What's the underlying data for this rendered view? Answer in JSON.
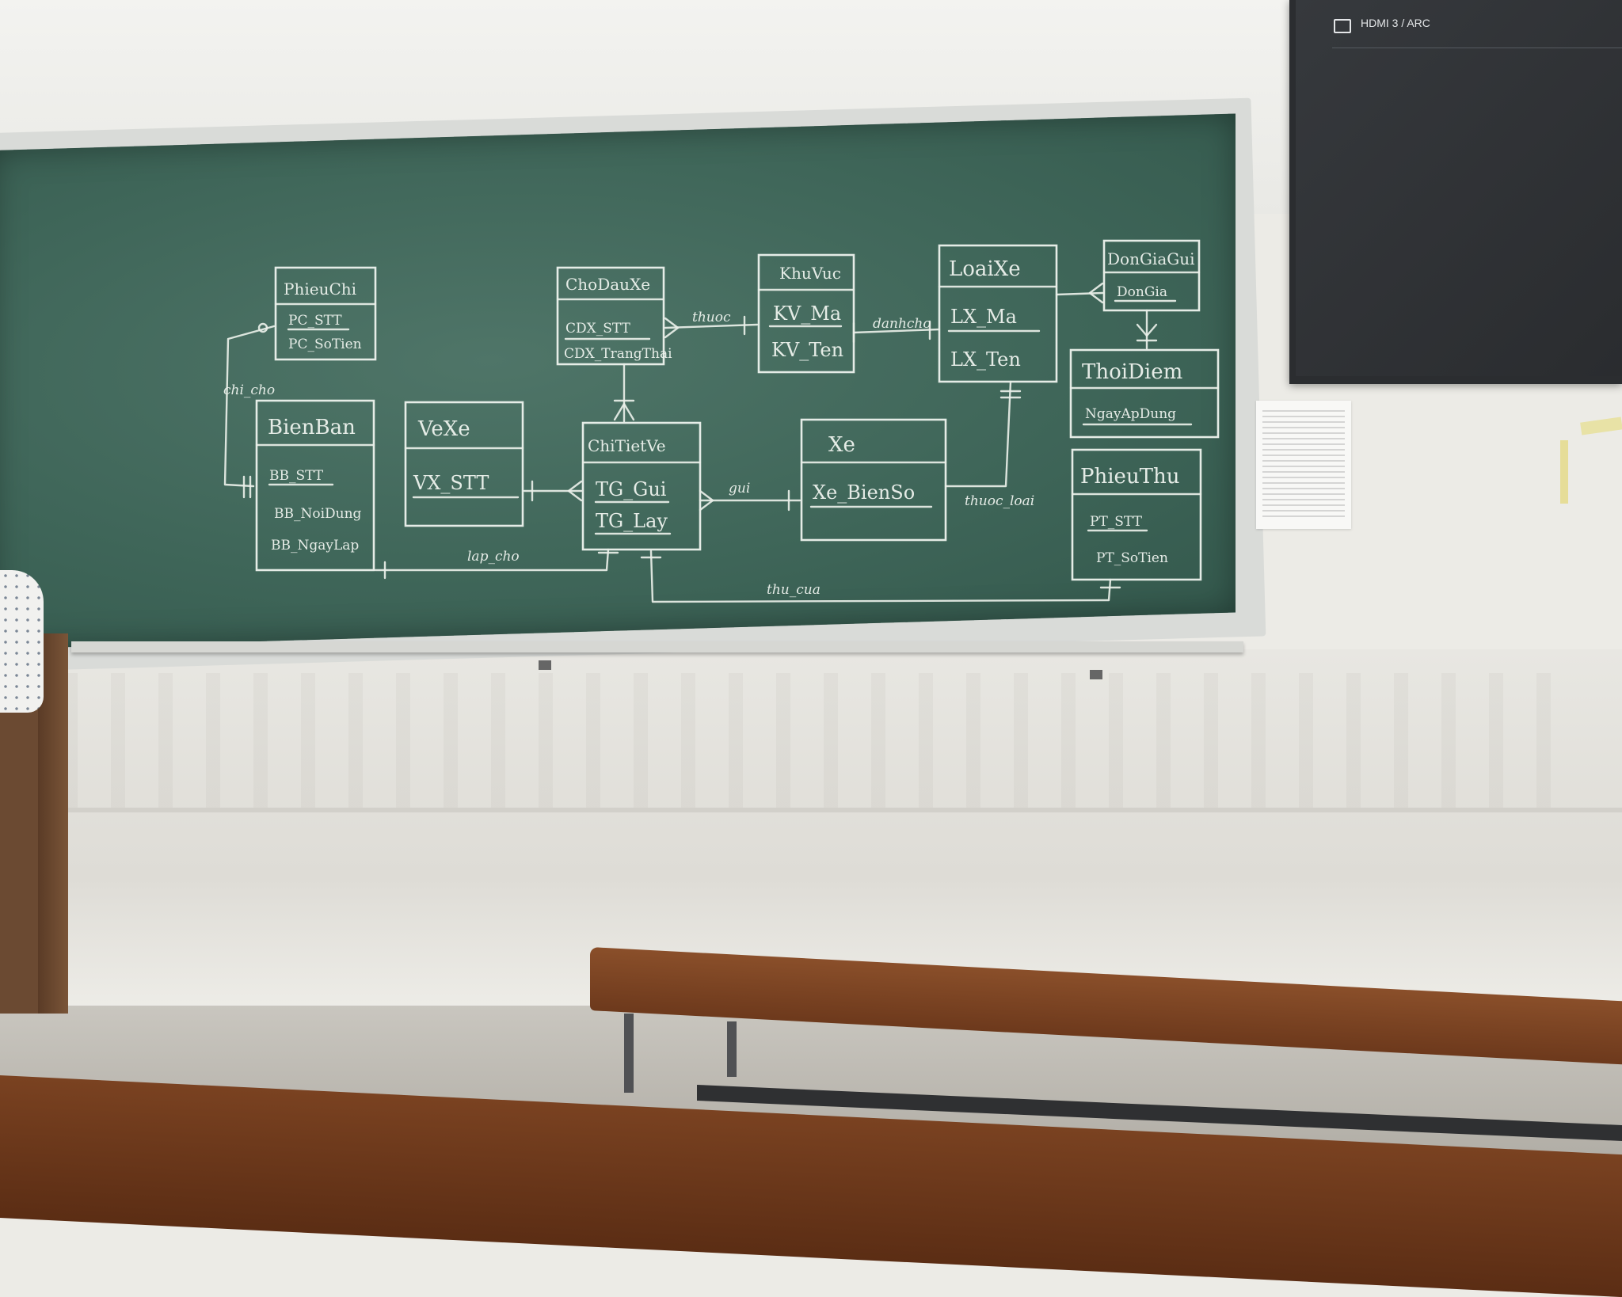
{
  "tv": {
    "input_label": "HDMI 3 / ARC",
    "input_icon": "input-source-icon"
  },
  "diagram": {
    "entities": {
      "phieuchi": {
        "name": "PhieuChi",
        "attributes": [
          "PC_STT",
          "PC_SoTien"
        ]
      },
      "chodauxe": {
        "name": "ChoDauXe",
        "attributes": [
          "CDX_STT",
          "CDX_TrangThai"
        ]
      },
      "khuvuc": {
        "name": "KhuVuc",
        "attributes": [
          "KV_Ma",
          "KV_Ten"
        ]
      },
      "loaixe": {
        "name": "LoaiXe",
        "attributes": [
          "LX_Ma",
          "LX_Ten"
        ]
      },
      "dongiagui": {
        "name": "DonGiaGui",
        "attributes": [
          "DonGia"
        ]
      },
      "thoidiem": {
        "name": "ThoiDiem",
        "attributes": [
          "NgayApDung"
        ]
      },
      "bienban": {
        "name": "BienBan",
        "attributes": [
          "BB_STT",
          "BB_NoiDung",
          "BB_NgayLap"
        ]
      },
      "vexe": {
        "name": "VeXe",
        "attributes": [
          "VX_STT"
        ]
      },
      "chitietve": {
        "name": "ChiTietVe",
        "attributes": [
          "TG_Gui",
          "TG_Lay"
        ]
      },
      "xe": {
        "name": "Xe",
        "attributes": [
          "Xe_BienSo"
        ]
      },
      "phieuthu": {
        "name": "PhieuThu",
        "attributes": [
          "PT_STT",
          "PT_SoTien"
        ]
      }
    },
    "relationships": {
      "chi_cho": "chi_cho",
      "thuoc": "thuoc",
      "danh_cho": "danhcho",
      "gui": "gui",
      "thuoc_loai": "thuoc_loai",
      "lap_cho": "lap_cho",
      "thu_cua": "thu_cua"
    }
  },
  "colors": {
    "board": "#3f6659",
    "chalk": "#eef3ee",
    "desk": "#7a4221",
    "tv": "#2b2d30"
  }
}
